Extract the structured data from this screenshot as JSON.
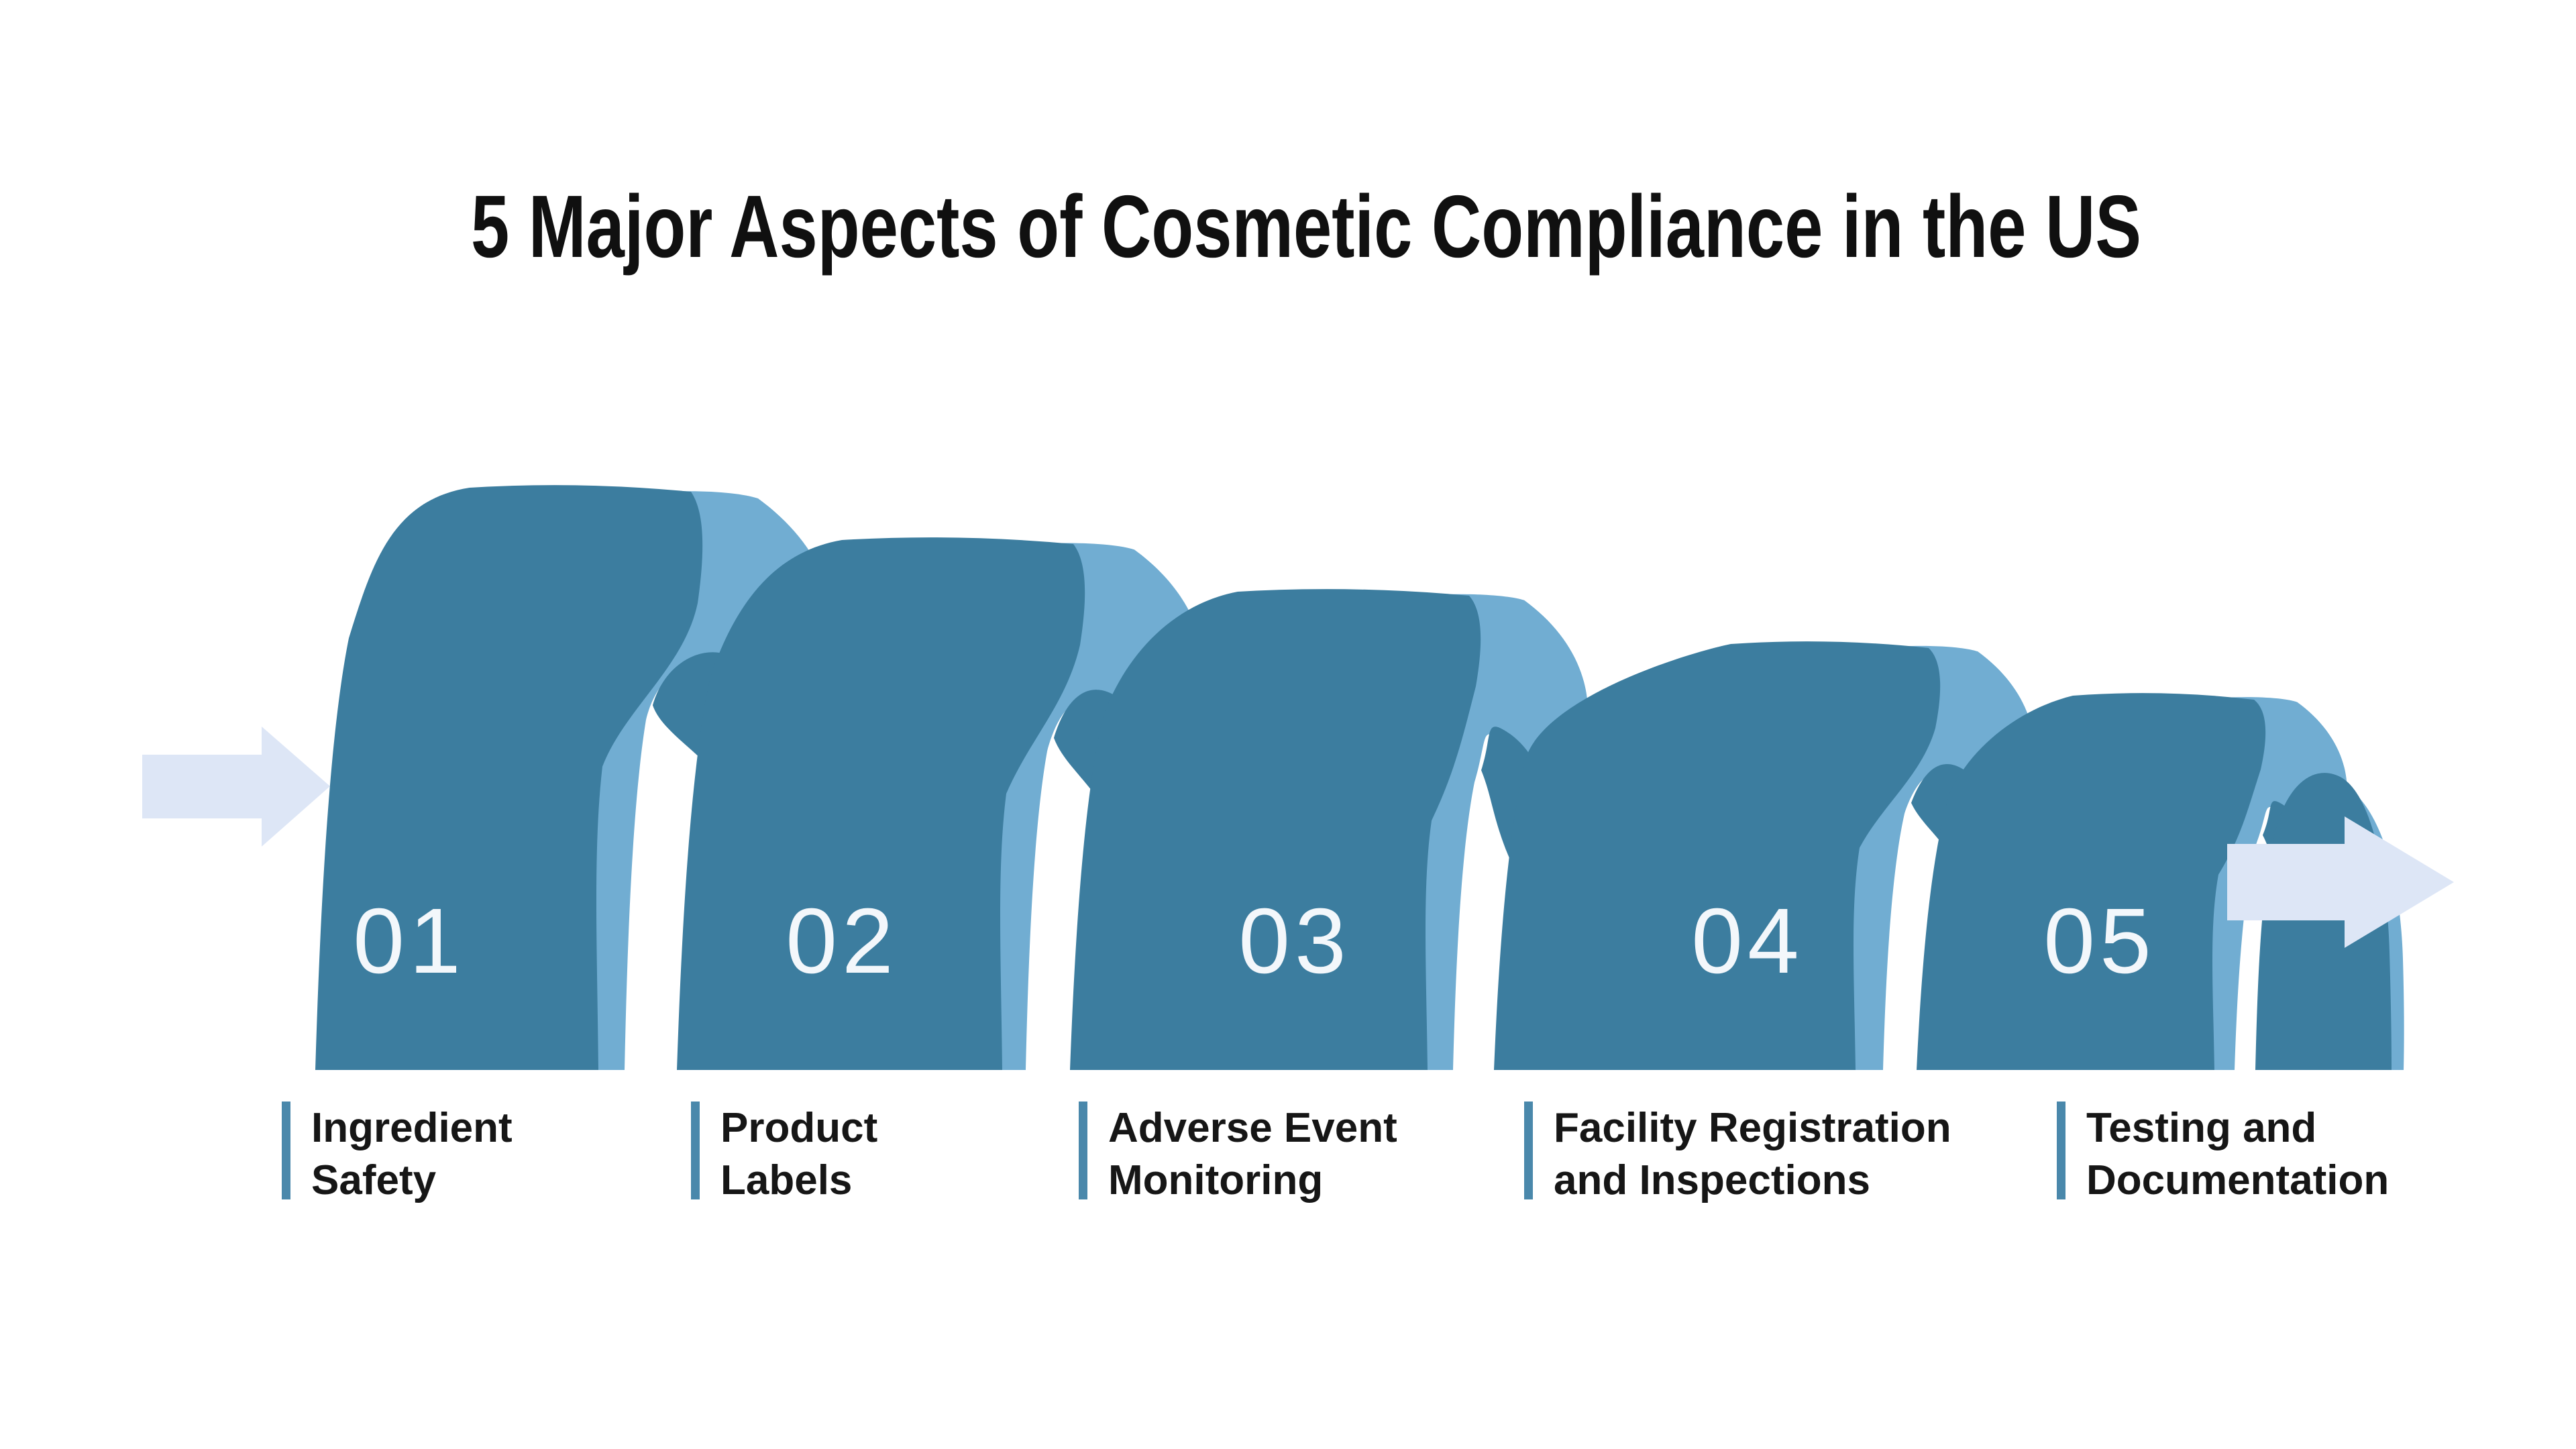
{
  "title": "5 Major Aspects of Cosmetic Compliance in the US",
  "steps": [
    {
      "number": "01",
      "label_line1": "Ingredient",
      "label_line2": "Safety"
    },
    {
      "number": "02",
      "label_line1": "Product",
      "label_line2": "Labels"
    },
    {
      "number": "03",
      "label_line1": "Adverse Event",
      "label_line2": "Monitoring"
    },
    {
      "number": "04",
      "label_line1": "Facility Registration",
      "label_line2": "and Inspections"
    },
    {
      "number": "05",
      "label_line1": "Testing and",
      "label_line2": "Documentation"
    }
  ],
  "icons": {
    "flow_start": "arrow-right-icon",
    "flow_end": "arrow-right-icon"
  },
  "colors": {
    "background": "#FFFFFF",
    "ribbon_dark": "#3C7D9F",
    "ribbon_light": "#71ADD2",
    "arrow": "#DDE6F6",
    "label_bar": "#4A88AB",
    "number_text": "#F3F7FB",
    "title_text": "#101010",
    "label_text": "#161616"
  }
}
